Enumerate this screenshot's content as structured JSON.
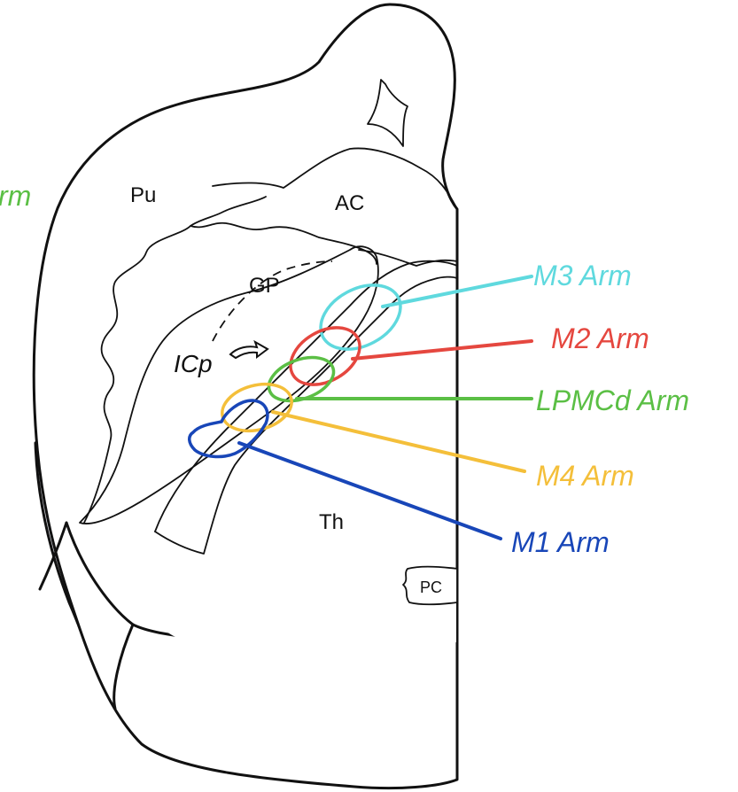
{
  "regions": {
    "pu": "Pu",
    "ac": "AC",
    "gp": "GP",
    "icp": "ICp",
    "th": "Th",
    "pc": "PC"
  },
  "arms": [
    {
      "key": "m3",
      "label": "M3 Arm",
      "color": "#5fd9de"
    },
    {
      "key": "m2",
      "label": "M2 Arm",
      "color": "#e5473f"
    },
    {
      "key": "lpmcd",
      "label": "LPMCd Arm",
      "color": "#5bbf45"
    },
    {
      "key": "m4",
      "label": "M4 Arm",
      "color": "#f4bf3a"
    },
    {
      "key": "m1",
      "label": "M1 Arm",
      "color": "#1846b8"
    }
  ],
  "cropped_label": {
    "text": "rm",
    "color": "#5bbf45"
  }
}
